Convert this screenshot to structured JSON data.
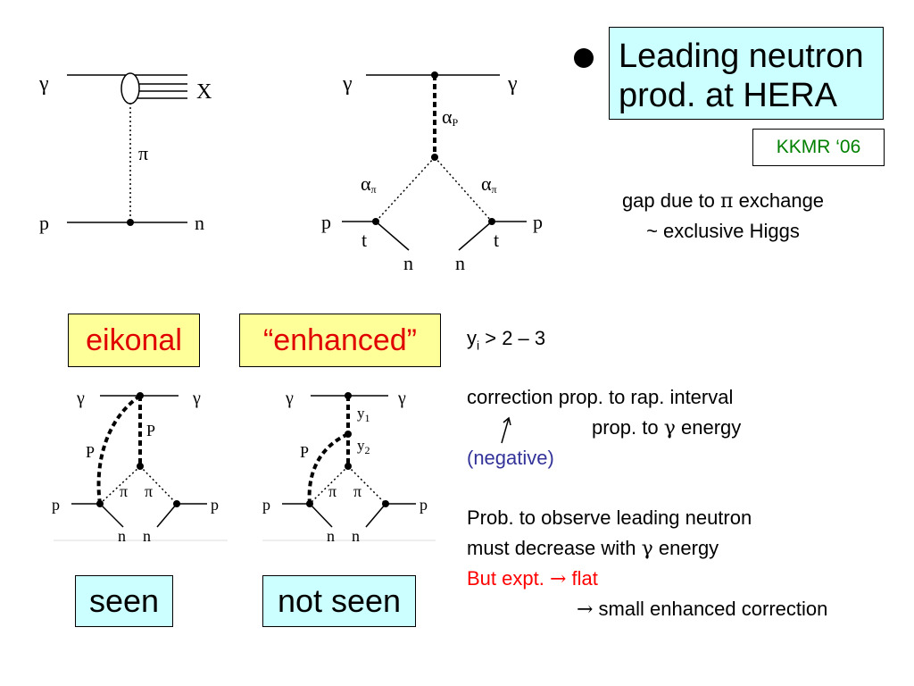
{
  "title": {
    "line1": "Leading neutron",
    "line2": "prod. at HERA"
  },
  "reference": "KKMR ‘06",
  "gap_note": {
    "line1_pre": "gap due to ",
    "line1_symbol": "π",
    "line1_post": " exchange",
    "line2": "~ exclusive Higgs"
  },
  "diagram1": {
    "gamma": "γ",
    "x": "X",
    "pion": "π",
    "proton": "p",
    "neutron": "n"
  },
  "diagram2": {
    "gamma_left": "γ",
    "gamma_right": "γ",
    "alpha": "α",
    "pomeron_sub": "P",
    "pion_sub": "π",
    "proton_left": "p",
    "proton_right": "p",
    "t_left": "t",
    "t_right": "t",
    "neutron_left": "n",
    "neutron_right": "n"
  },
  "labels": {
    "eikonal": "eikonal",
    "enhanced": "“enhanced”",
    "seen": "seen",
    "not_seen": "not seen"
  },
  "diagram3": {
    "gamma_left": "γ",
    "gamma_right": "γ",
    "pomeron_curved": "P",
    "pomeron_vertical": "P",
    "pion_left": "π",
    "pion_right": "π",
    "proton_left": "p",
    "proton_right": "p",
    "neutron_left": "n",
    "neutron_right": "n"
  },
  "diagram4": {
    "gamma_left": "γ",
    "gamma_right": "γ",
    "y_letter": "y",
    "y1_sub": "1",
    "y2_sub": "2",
    "pomeron_curved": "P",
    "pion_left": "π",
    "pion_right": "π",
    "proton_left": "p",
    "proton_right": "p",
    "neutron_left": "n",
    "neutron_right": "n"
  },
  "notes": {
    "yi_main": "y",
    "yi_sub": "i",
    "yi_rest": " > 2 – 3",
    "correction_line": "correction  prop. to  rap. interval",
    "prop_energy_pre": "prop. to ",
    "prop_energy_symbol": "γ",
    "prop_energy_post": " energy",
    "negative": "(negative)",
    "prob_line1": "Prob. to observe leading neutron",
    "prob_line2_pre": "must decrease with ",
    "prob_line2_symbol": "γ",
    "prob_line2_post": " energy",
    "but_expt": "But expt. ",
    "arrow": "→",
    "flat": " flat",
    "small_correction": " small enhanced correction"
  }
}
